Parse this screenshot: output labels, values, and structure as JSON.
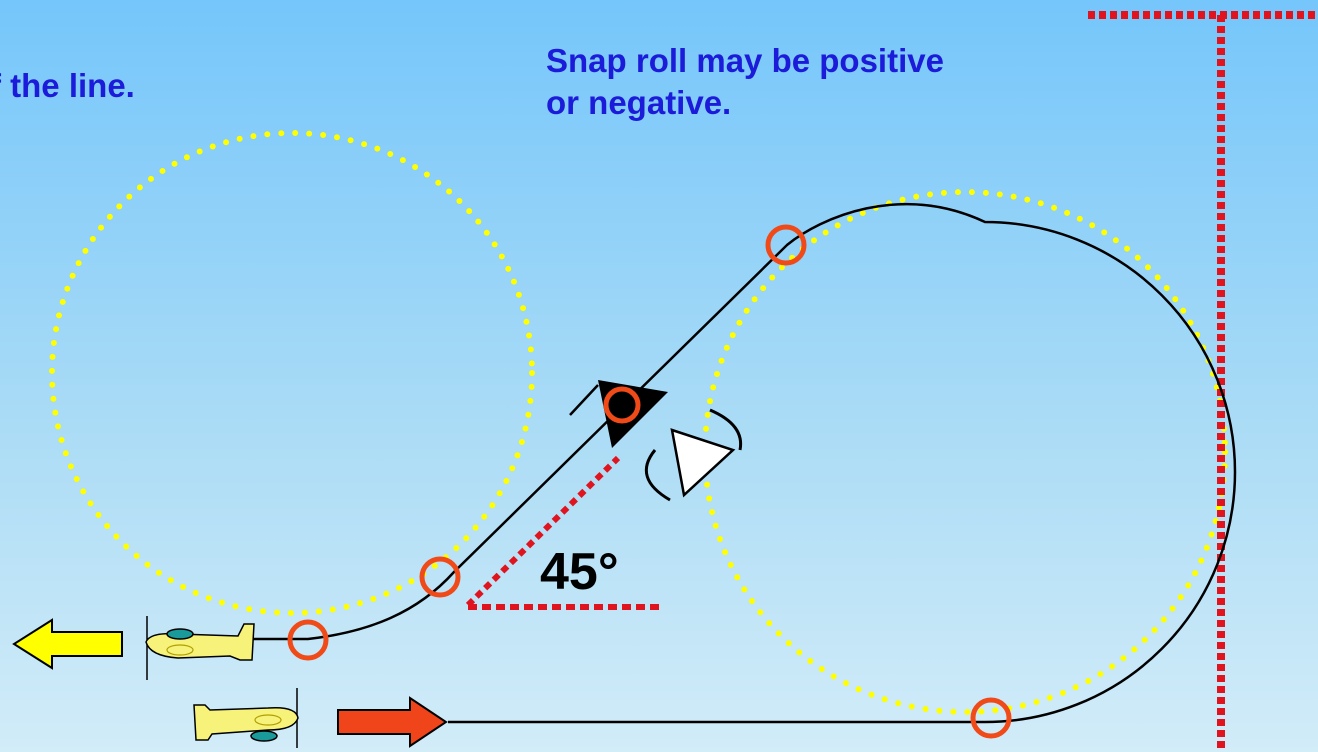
{
  "captions": {
    "left_partial": "f the line.",
    "right_line1": "Snap roll may be positive",
    "right_line2": "or negative."
  },
  "angle_label": "45°",
  "colors": {
    "caption_text": "#1b1bd9",
    "flight_path": "#000000",
    "dotted_guide": "#ffff00",
    "marker_circle": "#f04a18",
    "reference_line": "#e0141e",
    "entry_arrow": "#f0441a",
    "exit_arrow": "#ffff00",
    "aircraft_body": "#f7f27a",
    "canopy": "#1a9a9a"
  },
  "icons": {
    "entry_aircraft": "airplane-right-icon",
    "exit_aircraft": "airplane-left-icon",
    "entry_arrow": "arrow-right-icon",
    "exit_arrow": "arrow-left-icon",
    "snap_roll_symbol": "snap-roll-triangle-icon",
    "half_roll_symbol": "roll-triangle-icon"
  }
}
